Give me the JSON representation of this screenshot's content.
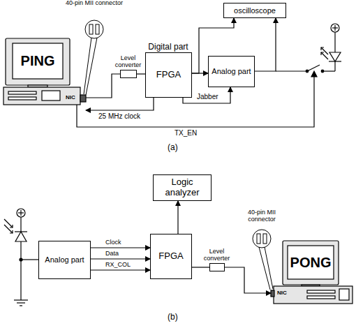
{
  "diagram": {
    "nodes": [
      {
        "text": [
          "PING"
        ]
      },
      {
        "text": [
          "Level converter"
        ]
      },
      {
        "text": [
          "Digital part",
          "FPGA"
        ]
      },
      {
        "text": [
          "Analog part"
        ]
      },
      {
        "text": [
          "oscilloscope"
        ]
      },
      {
        "text": [
          "Analog part"
        ]
      },
      {
        "text": [
          "FPGA"
        ]
      },
      {
        "text": [
          "Logic analyzer"
        ]
      },
      {
        "text": [
          "Level converter"
        ]
      },
      {
        "text": [
          "PONG"
        ]
      }
    ],
    "edges": [
      {
        "from": 0,
        "to": 1,
        "arrow": "none"
      },
      {
        "from": 1,
        "to": 2,
        "arrow": "none"
      },
      {
        "from": 2,
        "to": 3,
        "arrow": "to"
      },
      {
        "from": 2,
        "to": 4,
        "arrow": "to"
      },
      {
        "from": 3,
        "to": 4,
        "arrow": "to"
      },
      {
        "from": 2,
        "to": 0,
        "label": "25 MHz clock",
        "arrow": "to"
      },
      {
        "from": 2,
        "to": 3,
        "label": "Jabber",
        "arrow": "to"
      },
      {
        "from": 5,
        "to": 6,
        "label": "Clock",
        "arrow": "to"
      },
      {
        "from": 5,
        "to": 6,
        "label": "Data",
        "arrow": "to"
      },
      {
        "from": 5,
        "to": 6,
        "label": "RX_COL",
        "arrow": "to"
      },
      {
        "from": 6,
        "to": 7,
        "arrow": "to"
      },
      {
        "from": 6,
        "to": 8,
        "arrow": "none"
      },
      {
        "from": 8,
        "to": 9,
        "arrow": "to"
      }
    ],
    "labels": [
      "40-pin MII connector",
      "NIC",
      "TX_EN",
      "(a)",
      "40-pin MII connector",
      "NIC",
      "(b)"
    ]
  }
}
